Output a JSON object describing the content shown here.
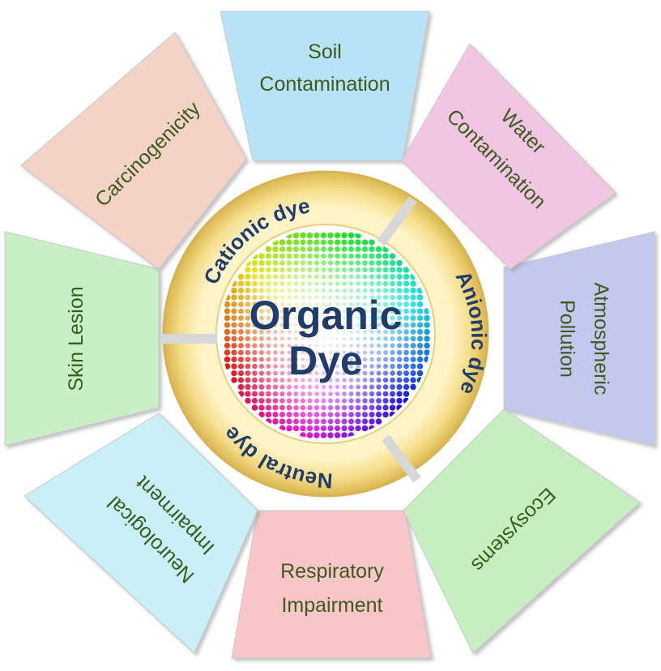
{
  "center": {
    "line1": "Organic",
    "line2": "Dye"
  },
  "ring": {
    "cationic": "Cationic dye",
    "anionic": "Anionic dye",
    "neutral": "Neutral dye"
  },
  "panels": {
    "soil": {
      "line1": "Soil",
      "line2": "Contamination",
      "color": "#b8e3f7"
    },
    "water": {
      "line1": "Water",
      "line2": "Contamination",
      "color": "#f2c6e3"
    },
    "atmospheric": {
      "line1": "Atmospheric",
      "line2": "Pollution",
      "color": "#c3c8ee"
    },
    "ecosystems": {
      "line1": "Ecosystems",
      "color": "#c7eec0"
    },
    "respiratory": {
      "line1": "Respiratory",
      "line2": "Impairment",
      "color": "#f8c6c8"
    },
    "neurological": {
      "line1": "Neurological",
      "line2": "Impairment",
      "color": "#c9f0f6"
    },
    "skin": {
      "line1": "Skin Lesion",
      "color": "#c8efc6"
    },
    "carcinogenicity": {
      "line1": "Carcinogenicity",
      "color": "#f3d3c5"
    }
  },
  "colors": {
    "ring": "#f2d77e",
    "text_dark_blue": "#1f3c6b",
    "panel_text": "#3a5a1e"
  }
}
